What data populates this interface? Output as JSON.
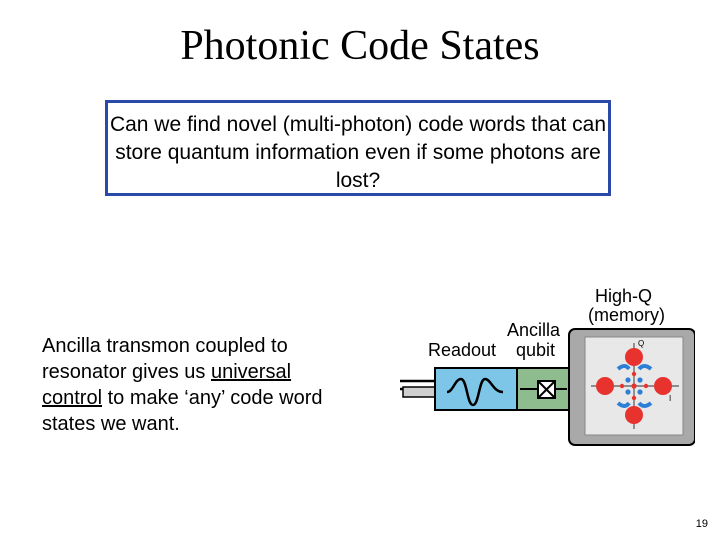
{
  "slide": {
    "title": "Photonic Code States",
    "question": "Can we find novel (multi-photon) code words that can store quantum information even if some photons are lost?",
    "body": {
      "part1": "Ancilla transmon coupled to resonator gives us ",
      "underlined": "universal control",
      "part2": " to make ‘any’ code word states we want."
    },
    "diagram": {
      "label_highq": "High-Q",
      "label_memory": "(memory)",
      "label_ancilla": "Ancilla",
      "label_readout": "Readout",
      "label_qubit": "qubit",
      "axis_q": "Q",
      "axis_i": "I"
    },
    "page_number": "19"
  }
}
